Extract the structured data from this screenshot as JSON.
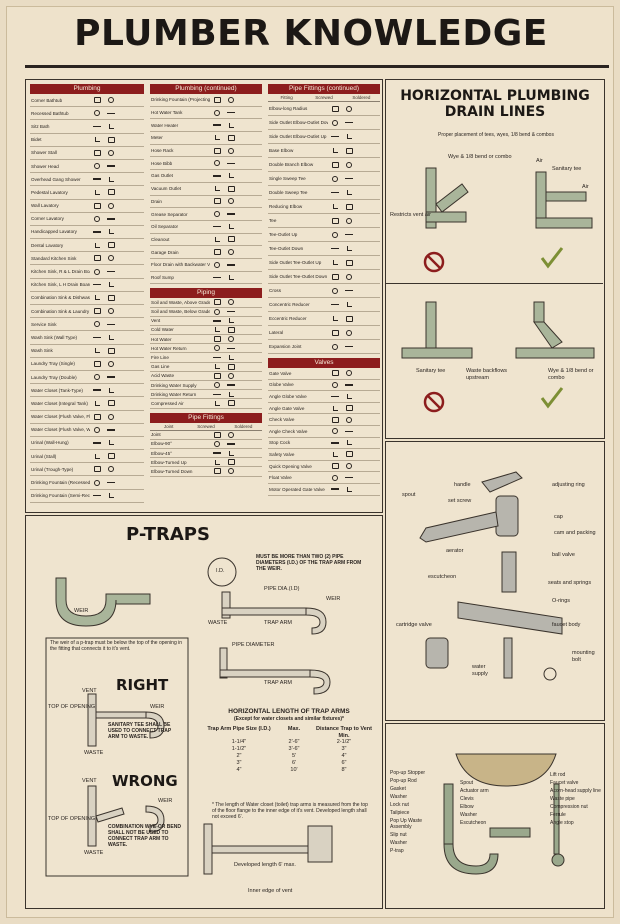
{
  "title": "PLUMBER KNOWLEDGE",
  "symbols": {
    "col1": {
      "header": "Plumbing",
      "items": [
        "Corner Bathtub",
        "Recessed Bathtub",
        "Sitz Bath",
        "Bidet",
        "Shower Stall",
        "Shower Head",
        "Overhead Gang Shower",
        "Pedestal Lavatory",
        "Wall Lavatory",
        "Corner Lavatory",
        "Handicapped Lavatory",
        "Dental Lavatory",
        "Standard Kitchen Sink",
        "Kitchen Sink, R & L Drain Board",
        "Kitchen Sink, L H Drain Board",
        "Combination Sink & Dishwasher",
        "Combination Sink & Laundry Tray",
        "Service Sink",
        "Wash Sink (Wall Type)",
        "Wash Sink",
        "Laundry Tray (Single)",
        "Laundry Tray (Double)",
        "Water Closet (Tank-Type)",
        "Water Closet (Integral Tank)",
        "Water Closet (Flush Valve, Floor-Outlet)",
        "Water Closet (Flush Valve, Wall-Hung)",
        "Urinal (Wall-Hung)",
        "Urinal (Stall)",
        "Urinal (Trough-Type)",
        "Drinking Fountain (Recessed)",
        "Drinking Fountain (Semi-Recessed)"
      ]
    },
    "col2": {
      "header": "Plumbing (continued)",
      "items": [
        "Drinking Fountain (Projecting-Type)",
        "Hot Water Tank",
        "Water Heater",
        "Meter",
        "Hose Rack",
        "Hose Bibb",
        "Gas Outlet",
        "Vacuum Outlet",
        "Drain",
        "Grease Separator",
        "Oil Separator",
        "Cleanout",
        "Garage Drain",
        "Floor Drain with Backwater Valve",
        "Roof Sump"
      ],
      "piping_header": "Piping",
      "piping_items": [
        "Soil and Waste, Above Grade",
        "Soil and Waste, Below Grade",
        "Vent",
        "Cold Water",
        "Hot Water",
        "Hot Water Return",
        "Fire Line",
        "Gas Line",
        "Acid Waste",
        "Drinking Water Supply",
        "Drinking Water Return",
        "Compressed Air"
      ],
      "fittings_header": "Pipe Fittings",
      "fittings_cols": [
        "Joint",
        "Screwed",
        "Soldered"
      ],
      "fittings_items": [
        "Joint",
        "Elbow-90°",
        "Elbow-45°",
        "Elbow-Turned Up",
        "Elbow-Turned Down"
      ]
    },
    "col3": {
      "header": "Pipe Fittings (continued)",
      "sub": [
        "Fitting",
        "Screwed",
        "Soldered"
      ],
      "items": [
        "Elbow-long Radius",
        "Side Outlet Elbow-Outlet Down",
        "Side Outlet Elbow-Outlet Up",
        "Base Elbow",
        "Double Branch Elbow",
        "Single Sweep Tee",
        "Double Sweep Tee",
        "Reducing Elbow",
        "Tee",
        "Tee-Outlet Up",
        "Tee-Outlet Down",
        "Side Outlet Tee-Outlet Up",
        "Side Outlet Tee-Outlet Down",
        "Cross",
        "Concentric Reducer",
        "Eccentric Reducer",
        "Lateral",
        "Expansion Joint"
      ],
      "valves_header": "Valves",
      "valves_items": [
        "Gate Valve",
        "Globe Valve",
        "Angle Globe Valve",
        "Angle Gate Valve",
        "Check Valve",
        "Angle Check Valve",
        "Stop Cock",
        "Safety Valve",
        "Quick Opening Valve",
        "Float Valve",
        "Motor Operated Gate Valve"
      ]
    }
  },
  "drain": {
    "title_line1": "HORIZONTAL PLUMBING",
    "title_line2": "DRAIN LINES",
    "subtitle": "Proper placement of tees, wyes, 1/8 bend & combos",
    "labels": [
      "Wye & 1/8 bend or combo",
      "Restricts vent air",
      "Sanitary tee",
      "Air",
      "Air",
      "Sanitary tee",
      "Waste backflows upstream",
      "Wye & 1/8 bend or combo"
    ]
  },
  "ptraps": {
    "title": "P-TRAPS",
    "note": "MUST BE MORE THAN TWO (2) PIPE DIAMETERS (I.D.) OF THE TRAP ARM FROM THE WEIR.",
    "weir_label": "WEIR",
    "id_label": "I.D.",
    "pipe_dia": "PIPE DIA.(I.D)",
    "waste": "WASTE",
    "trap_arm": "TRAP ARM",
    "pipe_diameter": "PIPE DIAMETER",
    "rule_text": "The weir of a p-trap must be below the top of the opening in the fitting that connects it to it's vent.",
    "right": "RIGHT",
    "wrong": "WRONG",
    "top_of_opening": "TOP OF OPENING",
    "right_note": "SANITARY TEE SHALL BE USED TO CONNECT TRAP ARM TO WASTE.",
    "wrong_note": "COMBINATION WYE-OR BEND SHALL NOT BE USED TO CONNECT TRAP ARM TO WASTE.",
    "vent": "VENT",
    "table_title": "HORIZONTAL LENGTH OF TRAP ARMS",
    "table_sub": "(Except for water closets and similar fixtures)*",
    "table_head": [
      "Trap Arm Pipe Size (I.D.)",
      "Max.",
      "Distance Trap to Vent Min."
    ],
    "table_rows": [
      [
        "1-1/4\"",
        "2'-6\"",
        "2-1/2\""
      ],
      [
        "1-1/2\"",
        "3'-6\"",
        "3\""
      ],
      [
        "2\"",
        "5'",
        "4\""
      ],
      [
        "3\"",
        "6'",
        "6\""
      ],
      [
        "4\"",
        "10'",
        "8\""
      ]
    ],
    "footnote": "* The length of Water closet (toilet) trap arms is measured from the top of the floor flange to the inner edge of it's vent. Developed length shall not exceed 6'.",
    "developed": "Developed length 6' max.",
    "inner_edge": "Inner edge of vent"
  },
  "faucet": {
    "labels": [
      "handle",
      "adjusting ring",
      "spout",
      "set screw",
      "cap",
      "cam and packing",
      "aerator",
      "ball valve",
      "escutcheon",
      "seats and springs",
      "O-rings",
      "cartridge valve",
      "faucet body",
      "mounting bolt",
      "water supply"
    ]
  },
  "sink": {
    "labels": [
      "Spout",
      "Pop-up Stopper",
      "Pop-up Rod",
      "Gasket",
      "Washer",
      "Lock nut",
      "Tailpiece",
      "Pop Up Waste Assembly",
      "Slip nut",
      "Washer",
      "P-trap",
      "Actuator arm",
      "Clevis",
      "Elbow",
      "Washer",
      "Escutcheon",
      "Lift rod",
      "Faucet valve",
      "Acorn-head supply line",
      "Waste pipe",
      "Compression nut",
      "Ferrule",
      "Angle stop"
    ]
  }
}
